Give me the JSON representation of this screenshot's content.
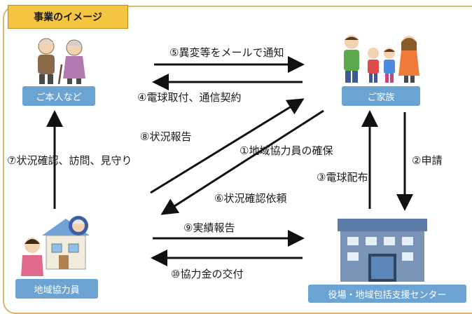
{
  "title": "事業のイメージ",
  "nodes": {
    "person": "ご本人など",
    "family": "ご家族",
    "cooperator": "地域協力員",
    "office": "役場・地域包括支援センター"
  },
  "edges": {
    "e5": "⑤異変等をメールで通知",
    "e4": "④電球取付、通信契約",
    "e8": "⑧状況報告",
    "e1": "①地域協力員の確保",
    "e2": "②申請",
    "e3": "③電球配布",
    "e7": "⑦状況確認、訪問、見守り",
    "e6": "⑥状況確認依頼",
    "e9": "⑨実績報告",
    "e10": "⑩協力金の交付"
  },
  "colors": {
    "label_bg": "#6ba4d2",
    "title_bg": "#f5c542",
    "arrow": "#111111"
  },
  "icons": [
    "elderly-couple-icon",
    "family-icon",
    "house-cooperator-icon",
    "office-building-icon"
  ]
}
